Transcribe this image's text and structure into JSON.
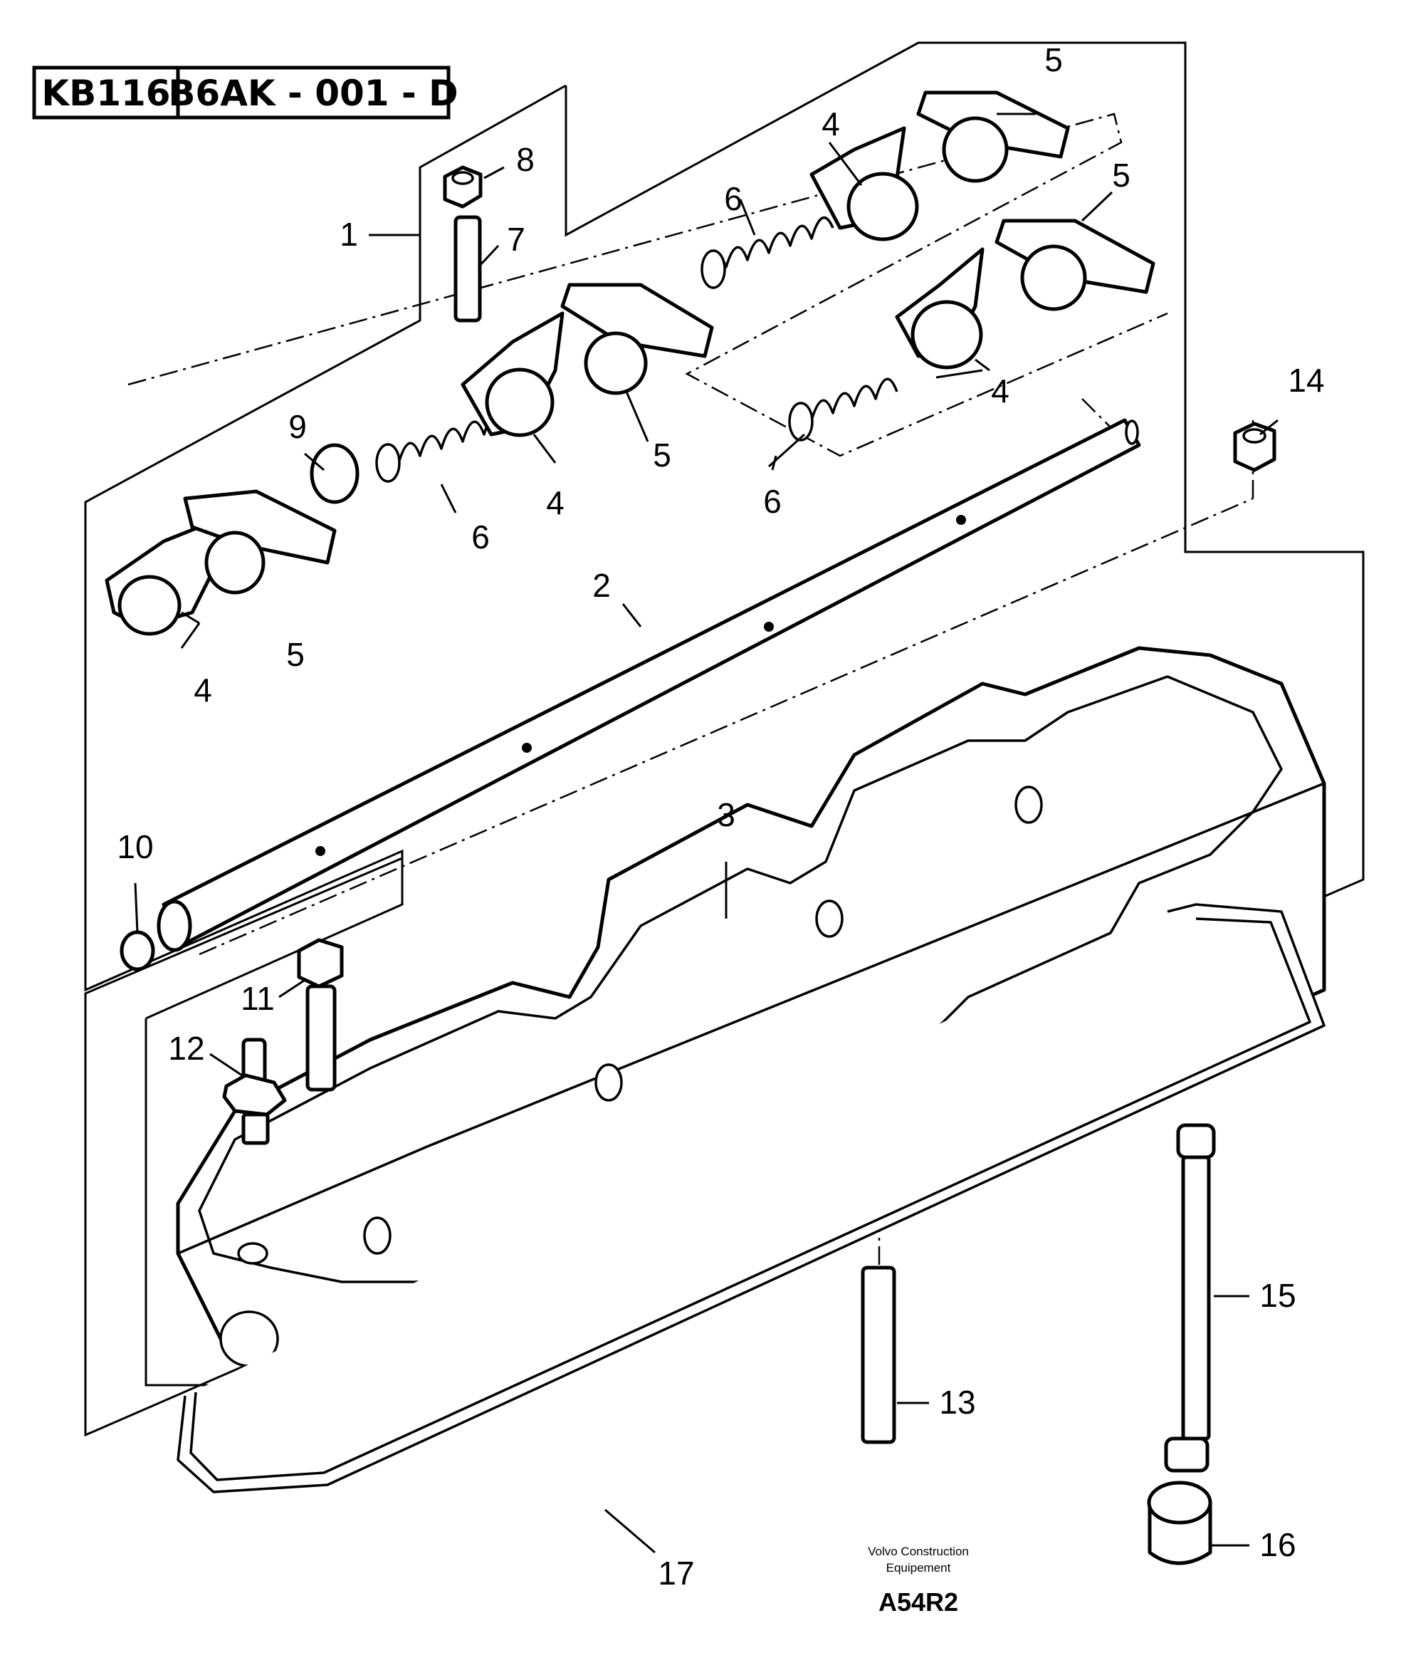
{
  "header": {
    "code_left": "KB116",
    "code_right": "B6AK - 001 - D"
  },
  "callouts": [
    {
      "id": "label-1",
      "text": "1"
    },
    {
      "id": "label-2",
      "text": "2"
    },
    {
      "id": "label-3",
      "text": "3"
    },
    {
      "id": "label-4a",
      "text": "4"
    },
    {
      "id": "label-4b",
      "text": "4"
    },
    {
      "id": "label-4c",
      "text": "4"
    },
    {
      "id": "label-4d",
      "text": "4"
    },
    {
      "id": "label-5a",
      "text": "5"
    },
    {
      "id": "label-5b",
      "text": "5"
    },
    {
      "id": "label-5c",
      "text": "5"
    },
    {
      "id": "label-5d",
      "text": "5"
    },
    {
      "id": "label-6a",
      "text": "6"
    },
    {
      "id": "label-6b",
      "text": "6"
    },
    {
      "id": "label-6c",
      "text": "6"
    },
    {
      "id": "label-7",
      "text": "7"
    },
    {
      "id": "label-8",
      "text": "8"
    },
    {
      "id": "label-9",
      "text": "9"
    },
    {
      "id": "label-10",
      "text": "10"
    },
    {
      "id": "label-11",
      "text": "11"
    },
    {
      "id": "label-12",
      "text": "12"
    },
    {
      "id": "label-13",
      "text": "13"
    },
    {
      "id": "label-14",
      "text": "14"
    },
    {
      "id": "label-15",
      "text": "15"
    },
    {
      "id": "label-16",
      "text": "16"
    },
    {
      "id": "label-17",
      "text": "17"
    }
  ],
  "footer": {
    "company_line1": "Volvo Construction",
    "company_line2": "Equipement",
    "drawing_code": "A54R2"
  }
}
